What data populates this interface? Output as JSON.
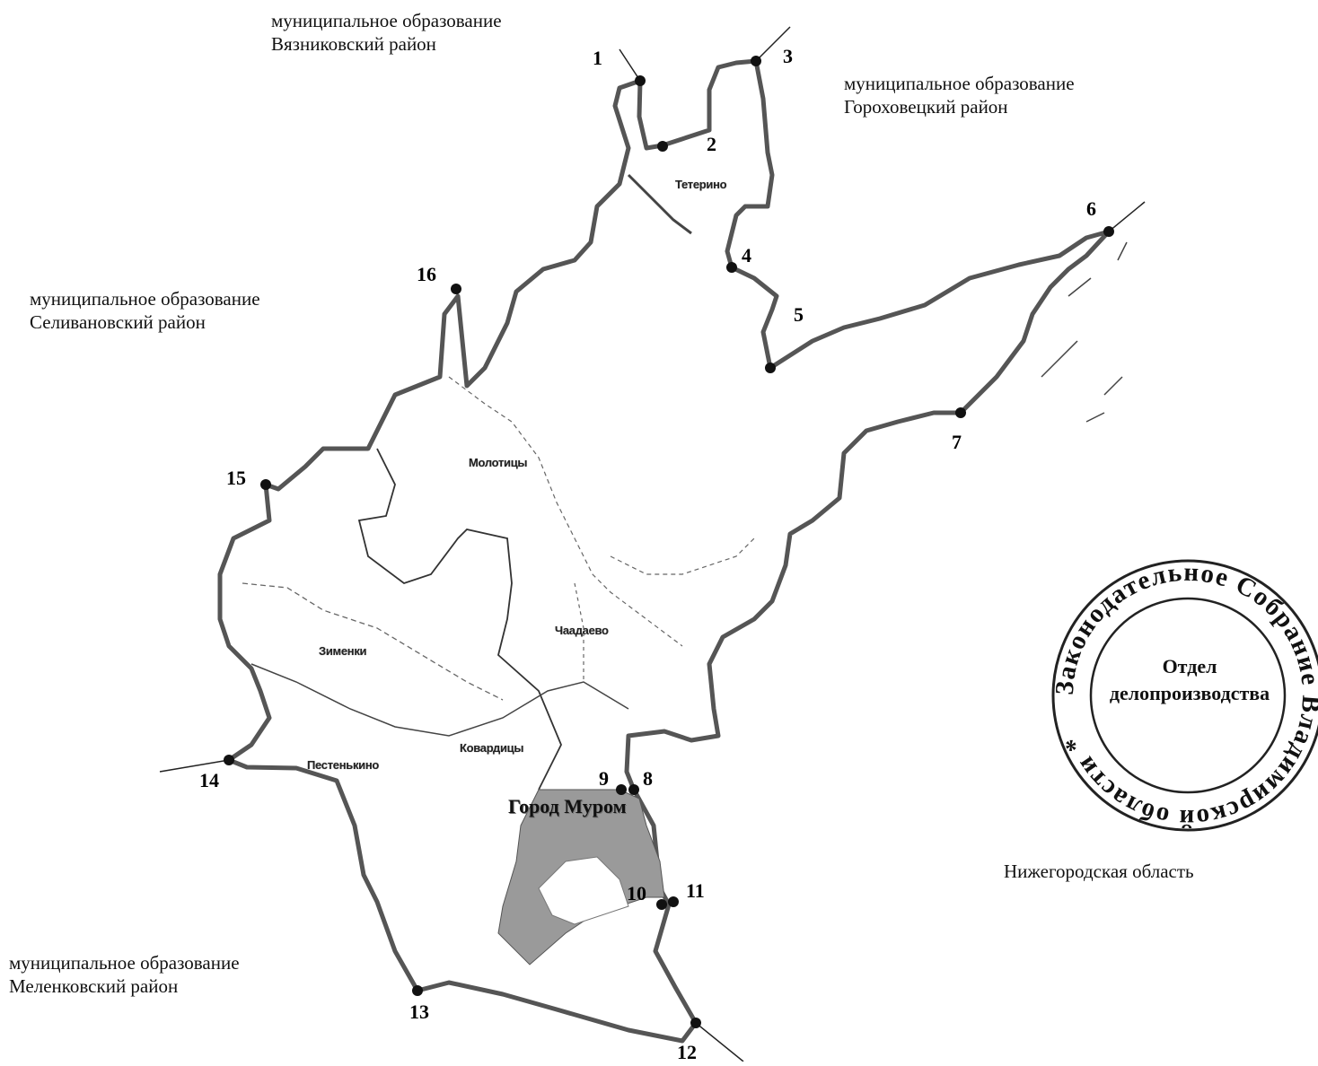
{
  "neighbors": {
    "vyaznikovsky": {
      "line1": "муниципальное образование",
      "line2": "Вязниковский район"
    },
    "gorokhovetsky": {
      "line1": "муниципальное образование",
      "line2": "Гороховецкий район"
    },
    "selivanovsky": {
      "line1": "муниципальное образование",
      "line2": "Селивановский район"
    },
    "melenkovsky": {
      "line1": "муниципальное образование",
      "line2": "Меленковский район"
    },
    "nizhegorodskaya": {
      "line1": "Нижегородская область"
    }
  },
  "points": [
    {
      "n": "1"
    },
    {
      "n": "2"
    },
    {
      "n": "3"
    },
    {
      "n": "4"
    },
    {
      "n": "5"
    },
    {
      "n": "6"
    },
    {
      "n": "7"
    },
    {
      "n": "8"
    },
    {
      "n": "9"
    },
    {
      "n": "10"
    },
    {
      "n": "11"
    },
    {
      "n": "12"
    },
    {
      "n": "13"
    },
    {
      "n": "14"
    },
    {
      "n": "15"
    },
    {
      "n": "16"
    }
  ],
  "settlements": {
    "teterino": "Тетерино",
    "molotitsy": "Молотицы",
    "chaadaevo": "Чаадаево",
    "zimenki": "Зименки",
    "kovardicy": "Ковардицы",
    "pestenkino": "Пестенькино"
  },
  "city": {
    "name": "Город Муром"
  },
  "stamp": {
    "ring_text": "Законодательное Собрание Владимирской области *",
    "center_line1": "Отдел",
    "center_line2": "делопроизводства"
  },
  "colors": {
    "border": "#555555",
    "city_fill": "#9a9a9a",
    "ink": "#111111"
  }
}
